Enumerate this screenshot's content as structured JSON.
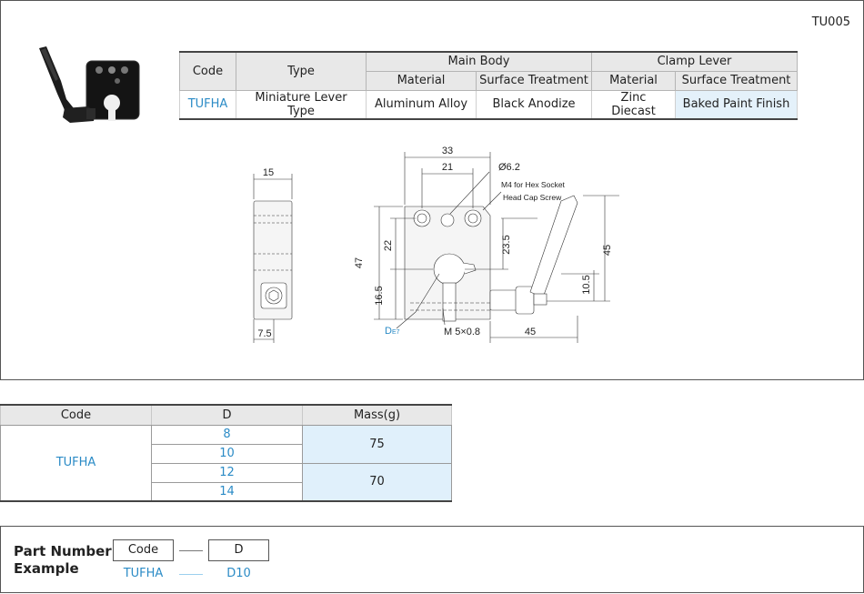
{
  "page": {
    "part_code": "TU005"
  },
  "spec_table": {
    "headers": {
      "code": "Code",
      "type": "Type",
      "main_body": "Main Body",
      "clamp_lever": "Clamp Lever",
      "material": "Material",
      "surface_treatment": "Surface Treatment"
    },
    "row": {
      "code": "TUFHA",
      "type": "Miniature Lever Type",
      "body_material": "Aluminum Alloy",
      "body_surface": "Black Anodize",
      "lever_material": "Zinc Diecast",
      "lever_surface": "Baked Paint Finish"
    }
  },
  "drawing": {
    "dim_15": "15",
    "dim_7_5": "7.5",
    "dim_33": "33",
    "dim_21": "21",
    "dim_phi": "Ø6.2",
    "note_m4_line1": "M4 for Hex Socket",
    "note_m4_line2": "Head Cap Screw",
    "dim_22": "22",
    "dim_47": "47",
    "dim_23_5": "23.5",
    "dim_45_v": "45",
    "dim_16_5": "16.5",
    "dim_10_5": "10.5",
    "label_d": "D",
    "label_e7": "E7",
    "thread": "M 5×0.8",
    "dim_45_h": "45"
  },
  "dimension_table": {
    "headers": {
      "code": "Code",
      "d": "D",
      "mass": "Mass(g)"
    },
    "code": "TUFHA",
    "d_values": [
      "8",
      "10",
      "12",
      "14"
    ],
    "mass_values": [
      "75",
      "70"
    ]
  },
  "part_number": {
    "title_line1": "Part Number",
    "title_line2": "Example",
    "box_code": "Code",
    "box_d": "D",
    "example_code": "TUFHA",
    "example_d": "D10"
  },
  "colors": {
    "accent_blue": "#2b8bc6",
    "highlight_cell": "#e4f1fa",
    "header_gray": "#e8e8e8"
  }
}
